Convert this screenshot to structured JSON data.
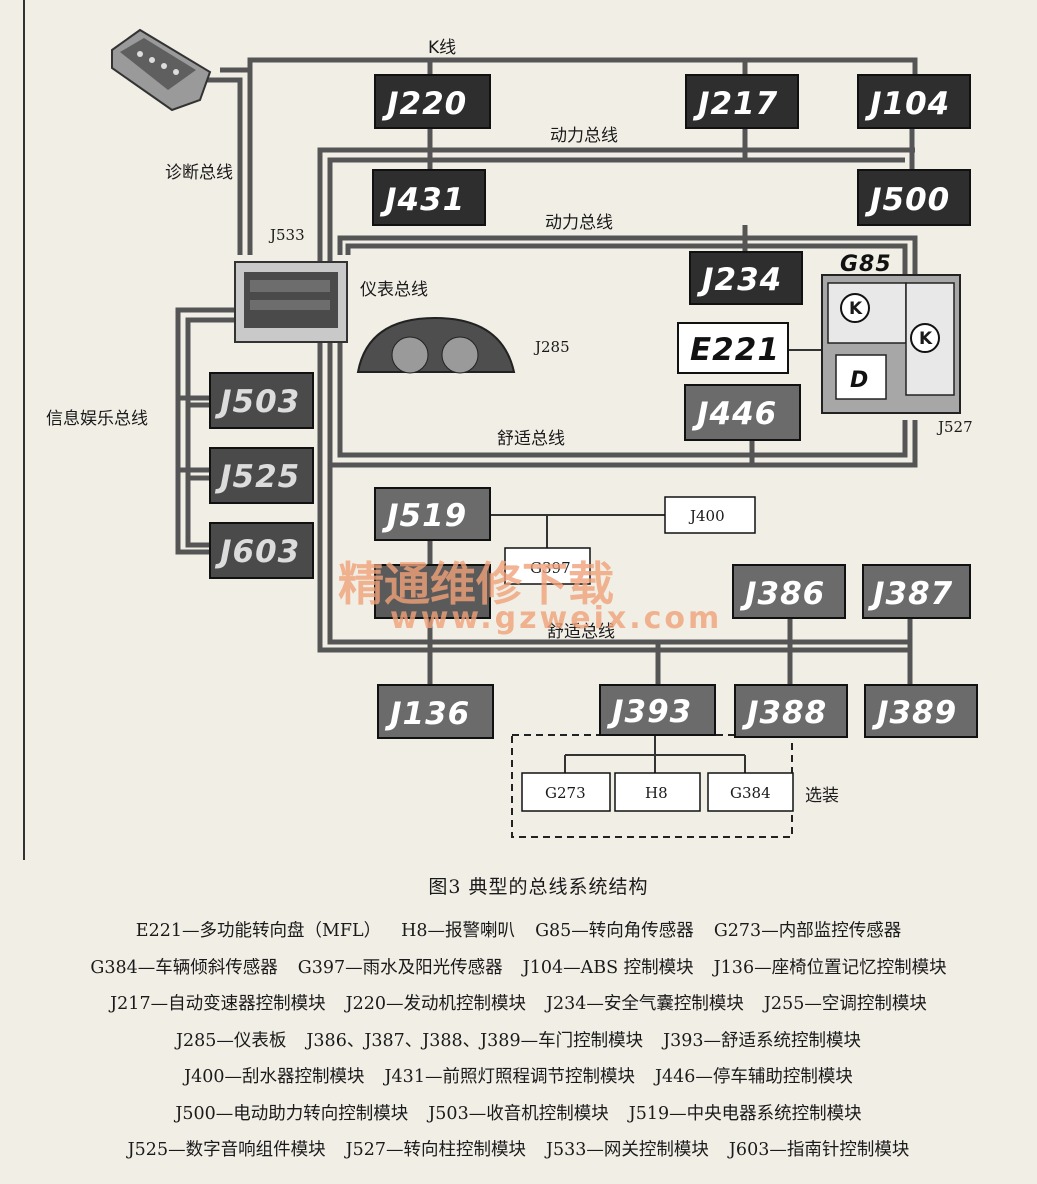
{
  "modules": {
    "J220": "J220",
    "J217": "J217",
    "J104": "J104",
    "J431": "J431",
    "J500": "J500",
    "J234": "J234",
    "E221": "E221",
    "J446": "J446",
    "J503": "J503",
    "J525": "J525",
    "J603": "J603",
    "J519": "J519",
    "J400": "J400",
    "G397": "G397",
    "J136": "J136",
    "J393": "J393",
    "J386": "J386",
    "J387": "J387",
    "J388": "J388",
    "J389": "J389",
    "G273": "G273",
    "H8": "H8",
    "G384": "G384",
    "G85": "G85",
    "D": "D",
    "K": "K"
  },
  "labels": {
    "k_line": "K线",
    "power_bus_1": "动力总线",
    "power_bus_2": "动力总线",
    "diag_bus": "诊断总线",
    "j533": "J533",
    "instrument_bus": "仪表总线",
    "j285": "J285",
    "infotainment_bus": "信息娱乐总线",
    "comfort_bus_1": "舒适总线",
    "comfort_bus_2": "舒适总线",
    "j527": "J527",
    "optional": "选装"
  },
  "watermark": {
    "cn": "精通维修下载",
    "url": "www.gzweix.com"
  },
  "caption": {
    "title": "图3   典型的总线系统结构",
    "legend": [
      [
        "E221—多功能转向盘（MFL）",
        "H8—报警喇叭",
        "G85—转向角传感器",
        "G273—内部监控传感器"
      ],
      [
        "G384—车辆倾斜传感器",
        "G397—雨水及阳光传感器",
        "J104—ABS 控制模块",
        "J136—座椅位置记忆控制模块"
      ],
      [
        "J217—自动变速器控制模块",
        "J220—发动机控制模块",
        "J234—安全气囊控制模块",
        "J255—空调控制模块"
      ],
      [
        "J285—仪表板",
        "J386、J387、J388、J389—车门控制模块",
        "J393—舒适系统控制模块"
      ],
      [
        "J400—刮水器控制模块",
        "J431—前照灯照程调节控制模块",
        "J446—停车辅助控制模块"
      ],
      [
        "J500—电动助力转向控制模块",
        "J503—收音机控制模块",
        "J519—中央电器系统控制模块"
      ],
      [
        "J525—数字音响组件模块",
        "J527—转向柱控制模块",
        "J533—网关控制模块",
        "J603—指南针控制模块"
      ]
    ]
  }
}
